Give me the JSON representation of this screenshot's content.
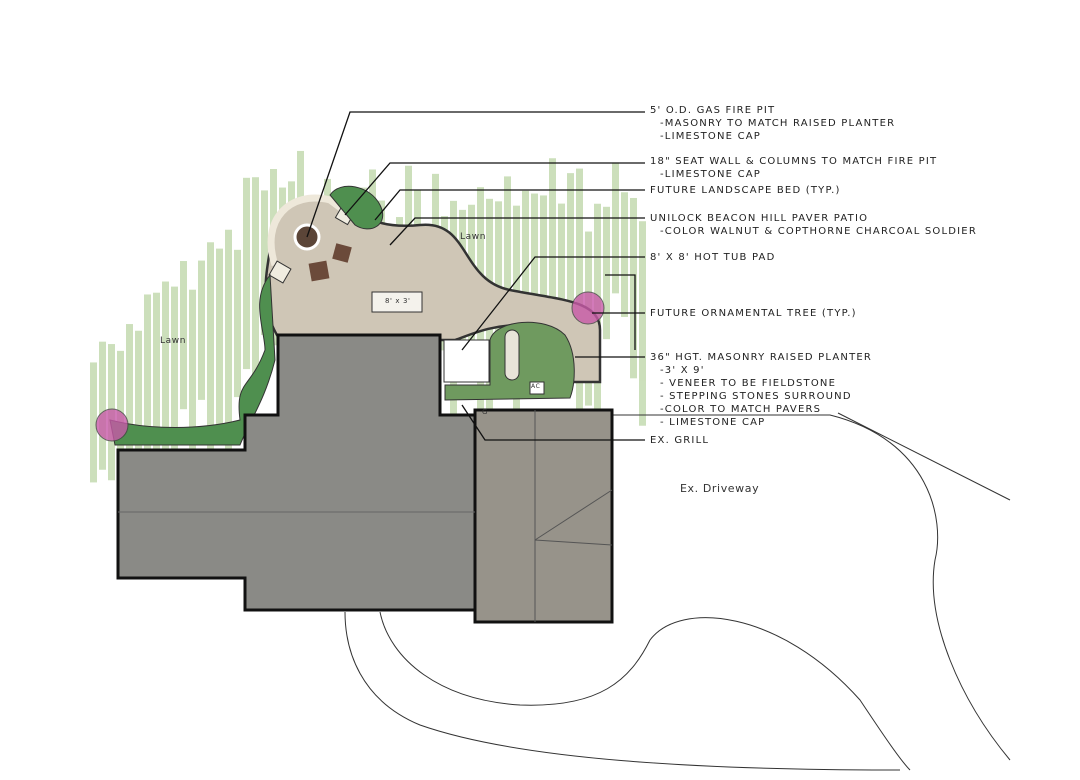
{
  "annotations": [
    {
      "title": "5' O.D. Gas Fire Pit",
      "notes": [
        "-Masonry to match raised planter",
        "-Limestone cap"
      ]
    },
    {
      "title": "18\" Seat Wall & Columns to match fire pit",
      "notes": [
        "-Limestone cap"
      ]
    },
    {
      "title": "Future Landscape Bed (typ.)",
      "notes": []
    },
    {
      "title": "Unilock Beacon Hill Paver Patio",
      "notes": [
        "-Color Walnut & Copthorne Charcoal Soldier"
      ]
    },
    {
      "title": "8' x 8' Hot Tub Pad",
      "notes": []
    },
    {
      "title": "Future Ornamental Tree (typ.)",
      "notes": []
    },
    {
      "title": "36\" Hgt. Masonry Raised Planter",
      "notes": [
        "-3' x 9'",
        "- Veneer to be fieldstone",
        "- Stepping stones surround",
        "-Color to match pavers",
        "- Limestone cap"
      ]
    },
    {
      "title": "Ex. Grill",
      "notes": []
    }
  ],
  "plan_labels": {
    "lawn_1": "Lawn",
    "lawn_2": "Lawn",
    "driveway": "Ex. Driveway",
    "table": "8' x 3'",
    "ac": "AC",
    "grill": "G"
  },
  "colors": {
    "lawn": "#8fba6a",
    "planting": "#4f8f4f",
    "paver": "#cfc6b6",
    "roof": "#8a8a86",
    "tree": "#c85aa8"
  }
}
